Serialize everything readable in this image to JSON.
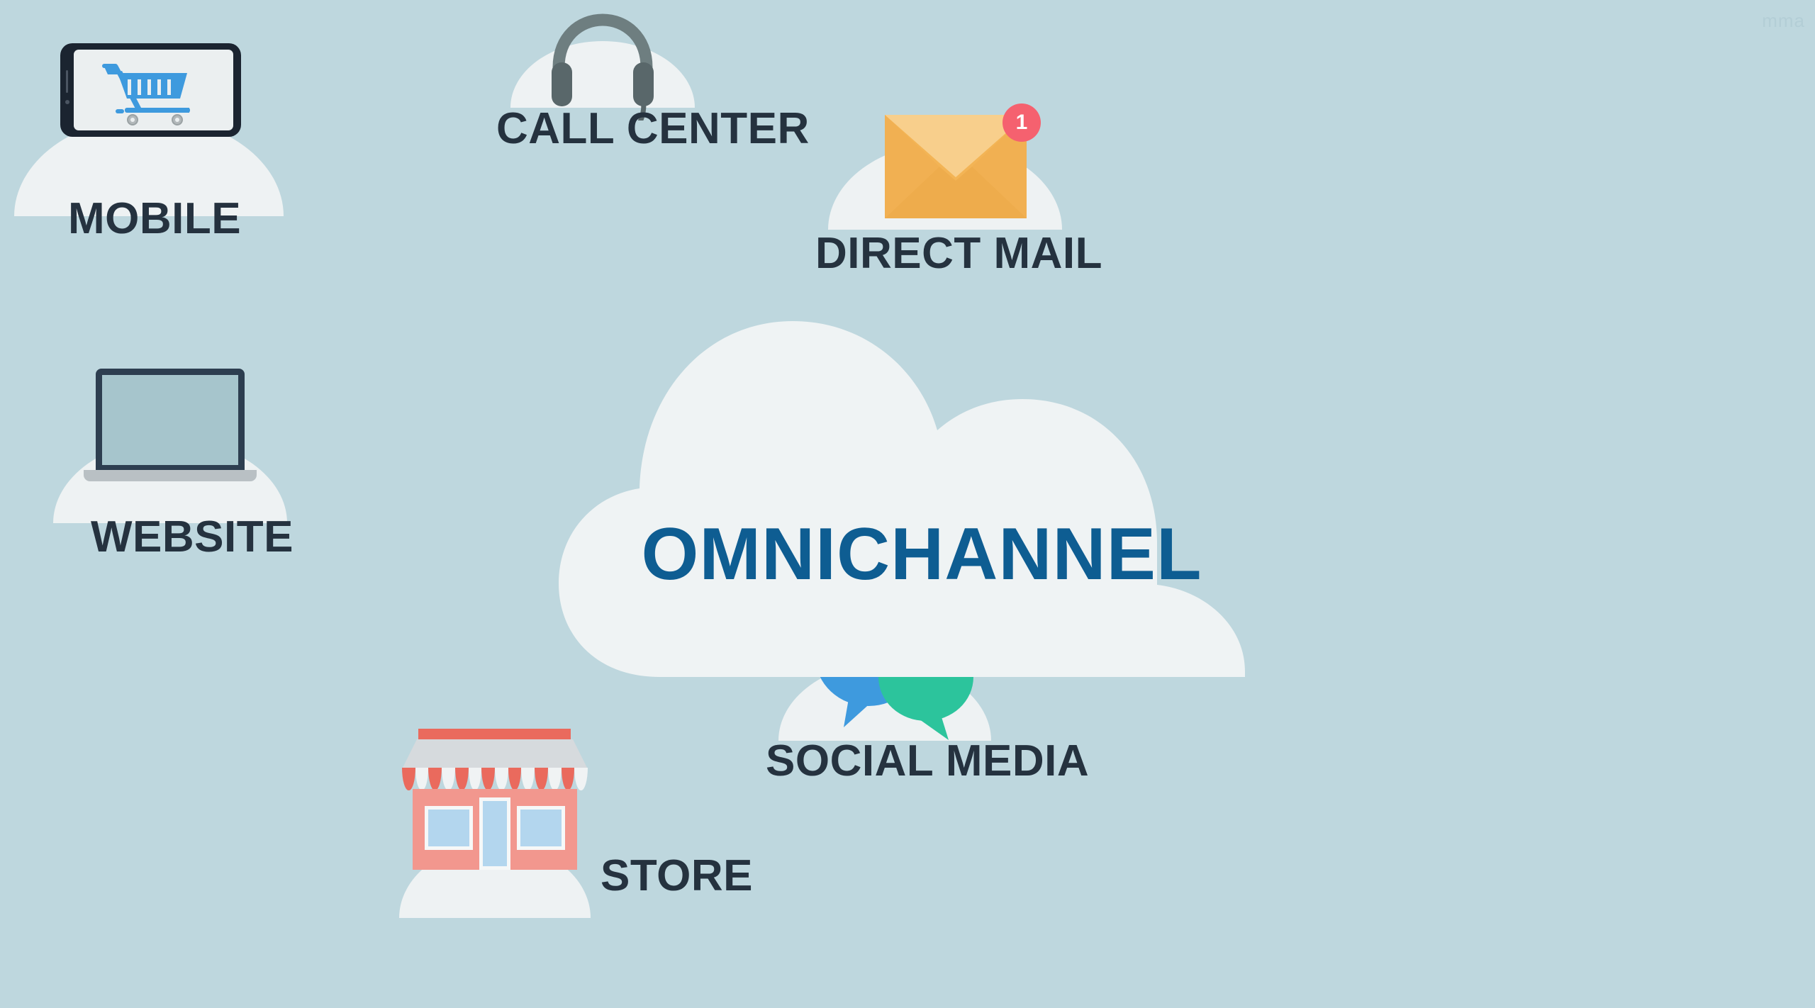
{
  "page": {
    "background_color": "#bed7de",
    "watermark": "mma"
  },
  "center": {
    "title": "OMNICHANNEL",
    "title_color": "#0e5d92",
    "cloud_color": "#eff3f4",
    "icon": "cloud-icon"
  },
  "channels": [
    {
      "id": "mobile",
      "label": "MOBILE",
      "icon": "tablet-shopping-cart-icon",
      "colors": {
        "device_frame": "#1b2430",
        "device_screen": "#ebeff0",
        "cart": "#3e9ade",
        "pedestal": "#eef2f3"
      }
    },
    {
      "id": "call-center",
      "label": "CALL CENTER",
      "icon": "headset-icon",
      "colors": {
        "headband": "#6e7e80",
        "earcup": "#59676a",
        "pedestal": "#eff3f4"
      }
    },
    {
      "id": "direct-mail",
      "label": "DIRECT MAIL",
      "icon": "envelope-icon",
      "badge": "1",
      "colors": {
        "envelope_body": "#f3b455",
        "envelope_flap": "#f8cf8c",
        "envelope_shadow": "#eeac4c",
        "badge": "#f5616f",
        "pedestal": "#f4f7f8"
      }
    },
    {
      "id": "website",
      "label": "WEBSITE",
      "icon": "laptop-icon",
      "colors": {
        "frame": "#2d3e50",
        "screen": "#a6c5cc",
        "base": "#b9c0c4",
        "pedestal": "#f1f4f5"
      }
    },
    {
      "id": "store",
      "label": "STORE",
      "icon": "storefront-icon",
      "colors": {
        "roof_strip": "#ea6a5d",
        "roof": "#d6dadd",
        "awning_red": "#ea6a5d",
        "awning_white": "#f0f3f4",
        "building": "#f2978e",
        "window": "#b3d6ee",
        "pedestal": "#eff3f4"
      },
      "awning_stripes": 14
    },
    {
      "id": "social-media",
      "label": "SOCIAL MEDIA",
      "icon": "chat-bubbles-icon",
      "colors": {
        "bubble_blue": "#3e9ade",
        "bubble_green": "#2cc49c",
        "pedestal": "#eff3f4"
      }
    }
  ]
}
